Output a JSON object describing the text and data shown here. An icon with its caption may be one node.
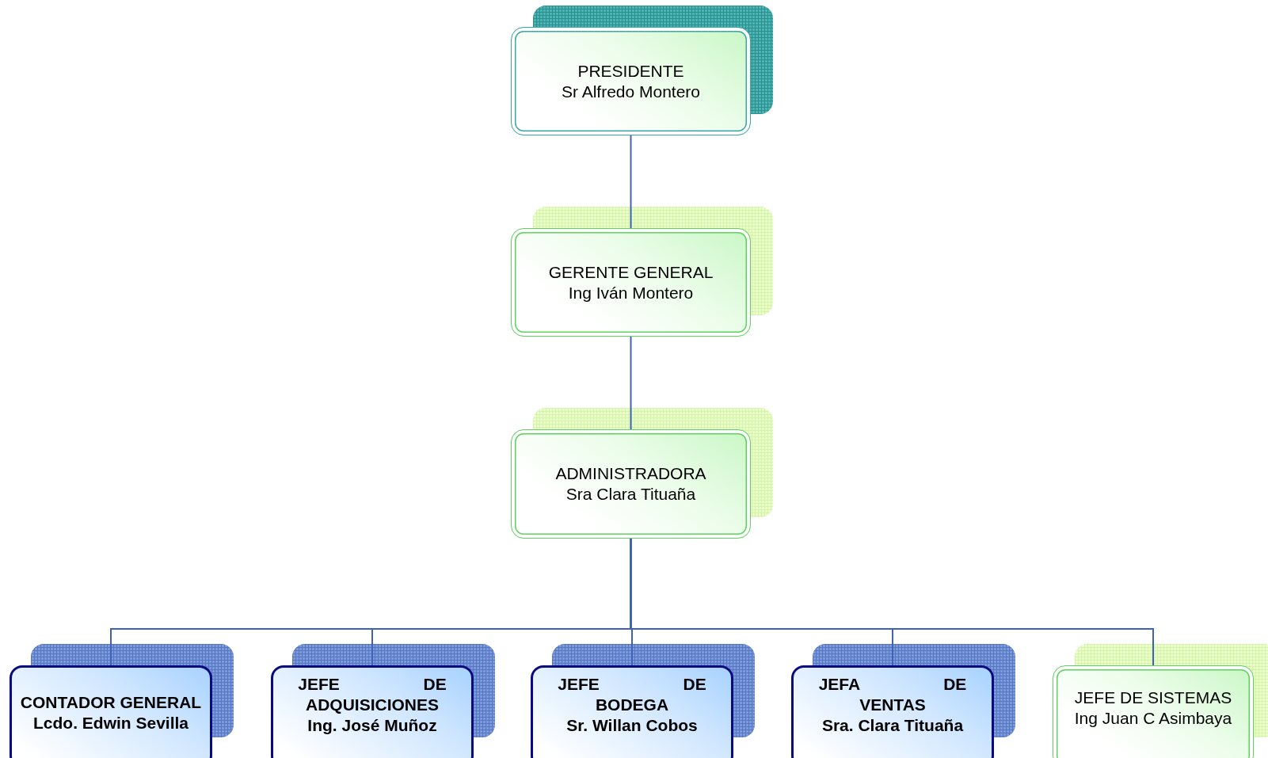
{
  "diagram": {
    "nodes": [
      {
        "text": [
          "PRESIDENTE",
          "Sr Alfredo Montero"
        ]
      },
      {
        "text": [
          "GERENTE GENERAL",
          "Ing Iván Montero"
        ]
      },
      {
        "text": [
          "ADMINISTRADORA",
          "Sra Clara Tituaña"
        ]
      },
      {
        "text": [
          "CONTADOR GENERAL",
          "Lcdo. Edwin Sevilla"
        ]
      },
      {
        "text": [
          "JEFE DE ADQUISICIONES",
          "Ing. José Muñoz"
        ]
      },
      {
        "text": [
          "JEFE DE BODEGA",
          "Sr. Willan Cobos"
        ]
      },
      {
        "text": [
          "JEFA DE VENTAS",
          "Sra. Clara Tituaña"
        ]
      },
      {
        "text": [
          "JEFE DE SISTEMAS",
          "Ing Juan C Asimbaya"
        ]
      }
    ],
    "edges": [
      {
        "from": 0,
        "to": 1,
        "arrow": "none"
      },
      {
        "from": 1,
        "to": 2,
        "arrow": "none"
      },
      {
        "from": 2,
        "to": 3,
        "arrow": "none"
      },
      {
        "from": 2,
        "to": 4,
        "arrow": "none"
      },
      {
        "from": 2,
        "to": 5,
        "arrow": "none"
      },
      {
        "from": 2,
        "to": 6,
        "arrow": "none"
      },
      {
        "from": 2,
        "to": 7,
        "arrow": "none"
      }
    ]
  }
}
